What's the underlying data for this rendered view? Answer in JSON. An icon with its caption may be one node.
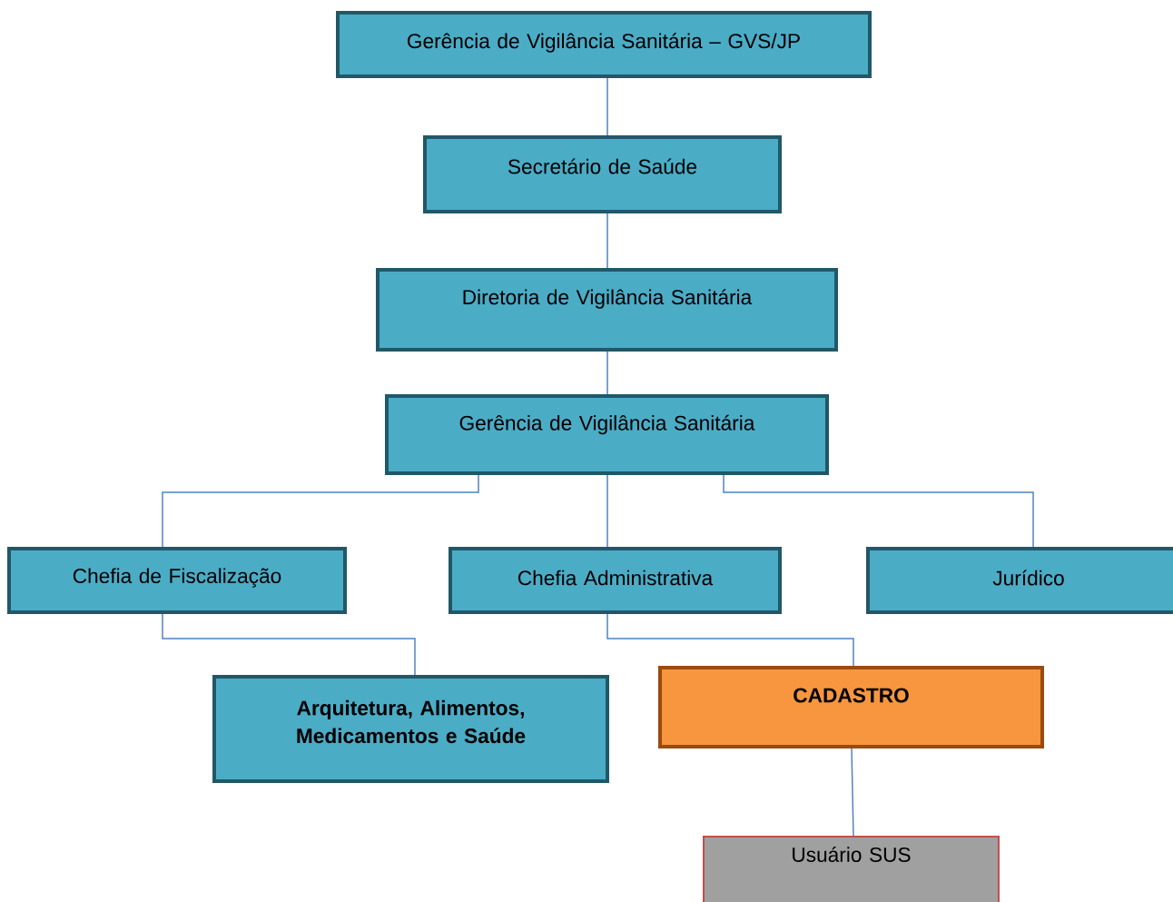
{
  "diagram": {
    "nodes": [
      {
        "text": [
          "Gerência de Vigilância Sanitária – GVS/JP"
        ]
      },
      {
        "text": [
          "Secretário de Saúde"
        ]
      },
      {
        "text": [
          "Diretoria de Vigilância Sanitária"
        ]
      },
      {
        "text": [
          "Gerência de Vigilância Sanitária"
        ]
      },
      {
        "text": [
          "Chefia de Fiscalização"
        ]
      },
      {
        "text": [
          "Chefia Administrativa"
        ]
      },
      {
        "text": [
          "Jurídico"
        ]
      },
      {
        "text": [
          "Arquitetura, Alimentos, Medicamentos e Saúde"
        ]
      },
      {
        "text": [
          "CADASTRO"
        ]
      },
      {
        "text": [
          "Usuário SUS"
        ]
      }
    ],
    "edges": [
      {
        "from": 0,
        "to": 1,
        "arrow": "none"
      },
      {
        "from": 1,
        "to": 2,
        "arrow": "none"
      },
      {
        "from": 2,
        "to": 3,
        "arrow": "none"
      },
      {
        "from": 3,
        "to": 4,
        "arrow": "none"
      },
      {
        "from": 3,
        "to": 5,
        "arrow": "none"
      },
      {
        "from": 3,
        "to": 6,
        "arrow": "none"
      },
      {
        "from": 4,
        "to": 7,
        "arrow": "none"
      },
      {
        "from": 5,
        "to": 8,
        "arrow": "none"
      },
      {
        "from": 8,
        "to": 9,
        "arrow": "none"
      }
    ]
  }
}
